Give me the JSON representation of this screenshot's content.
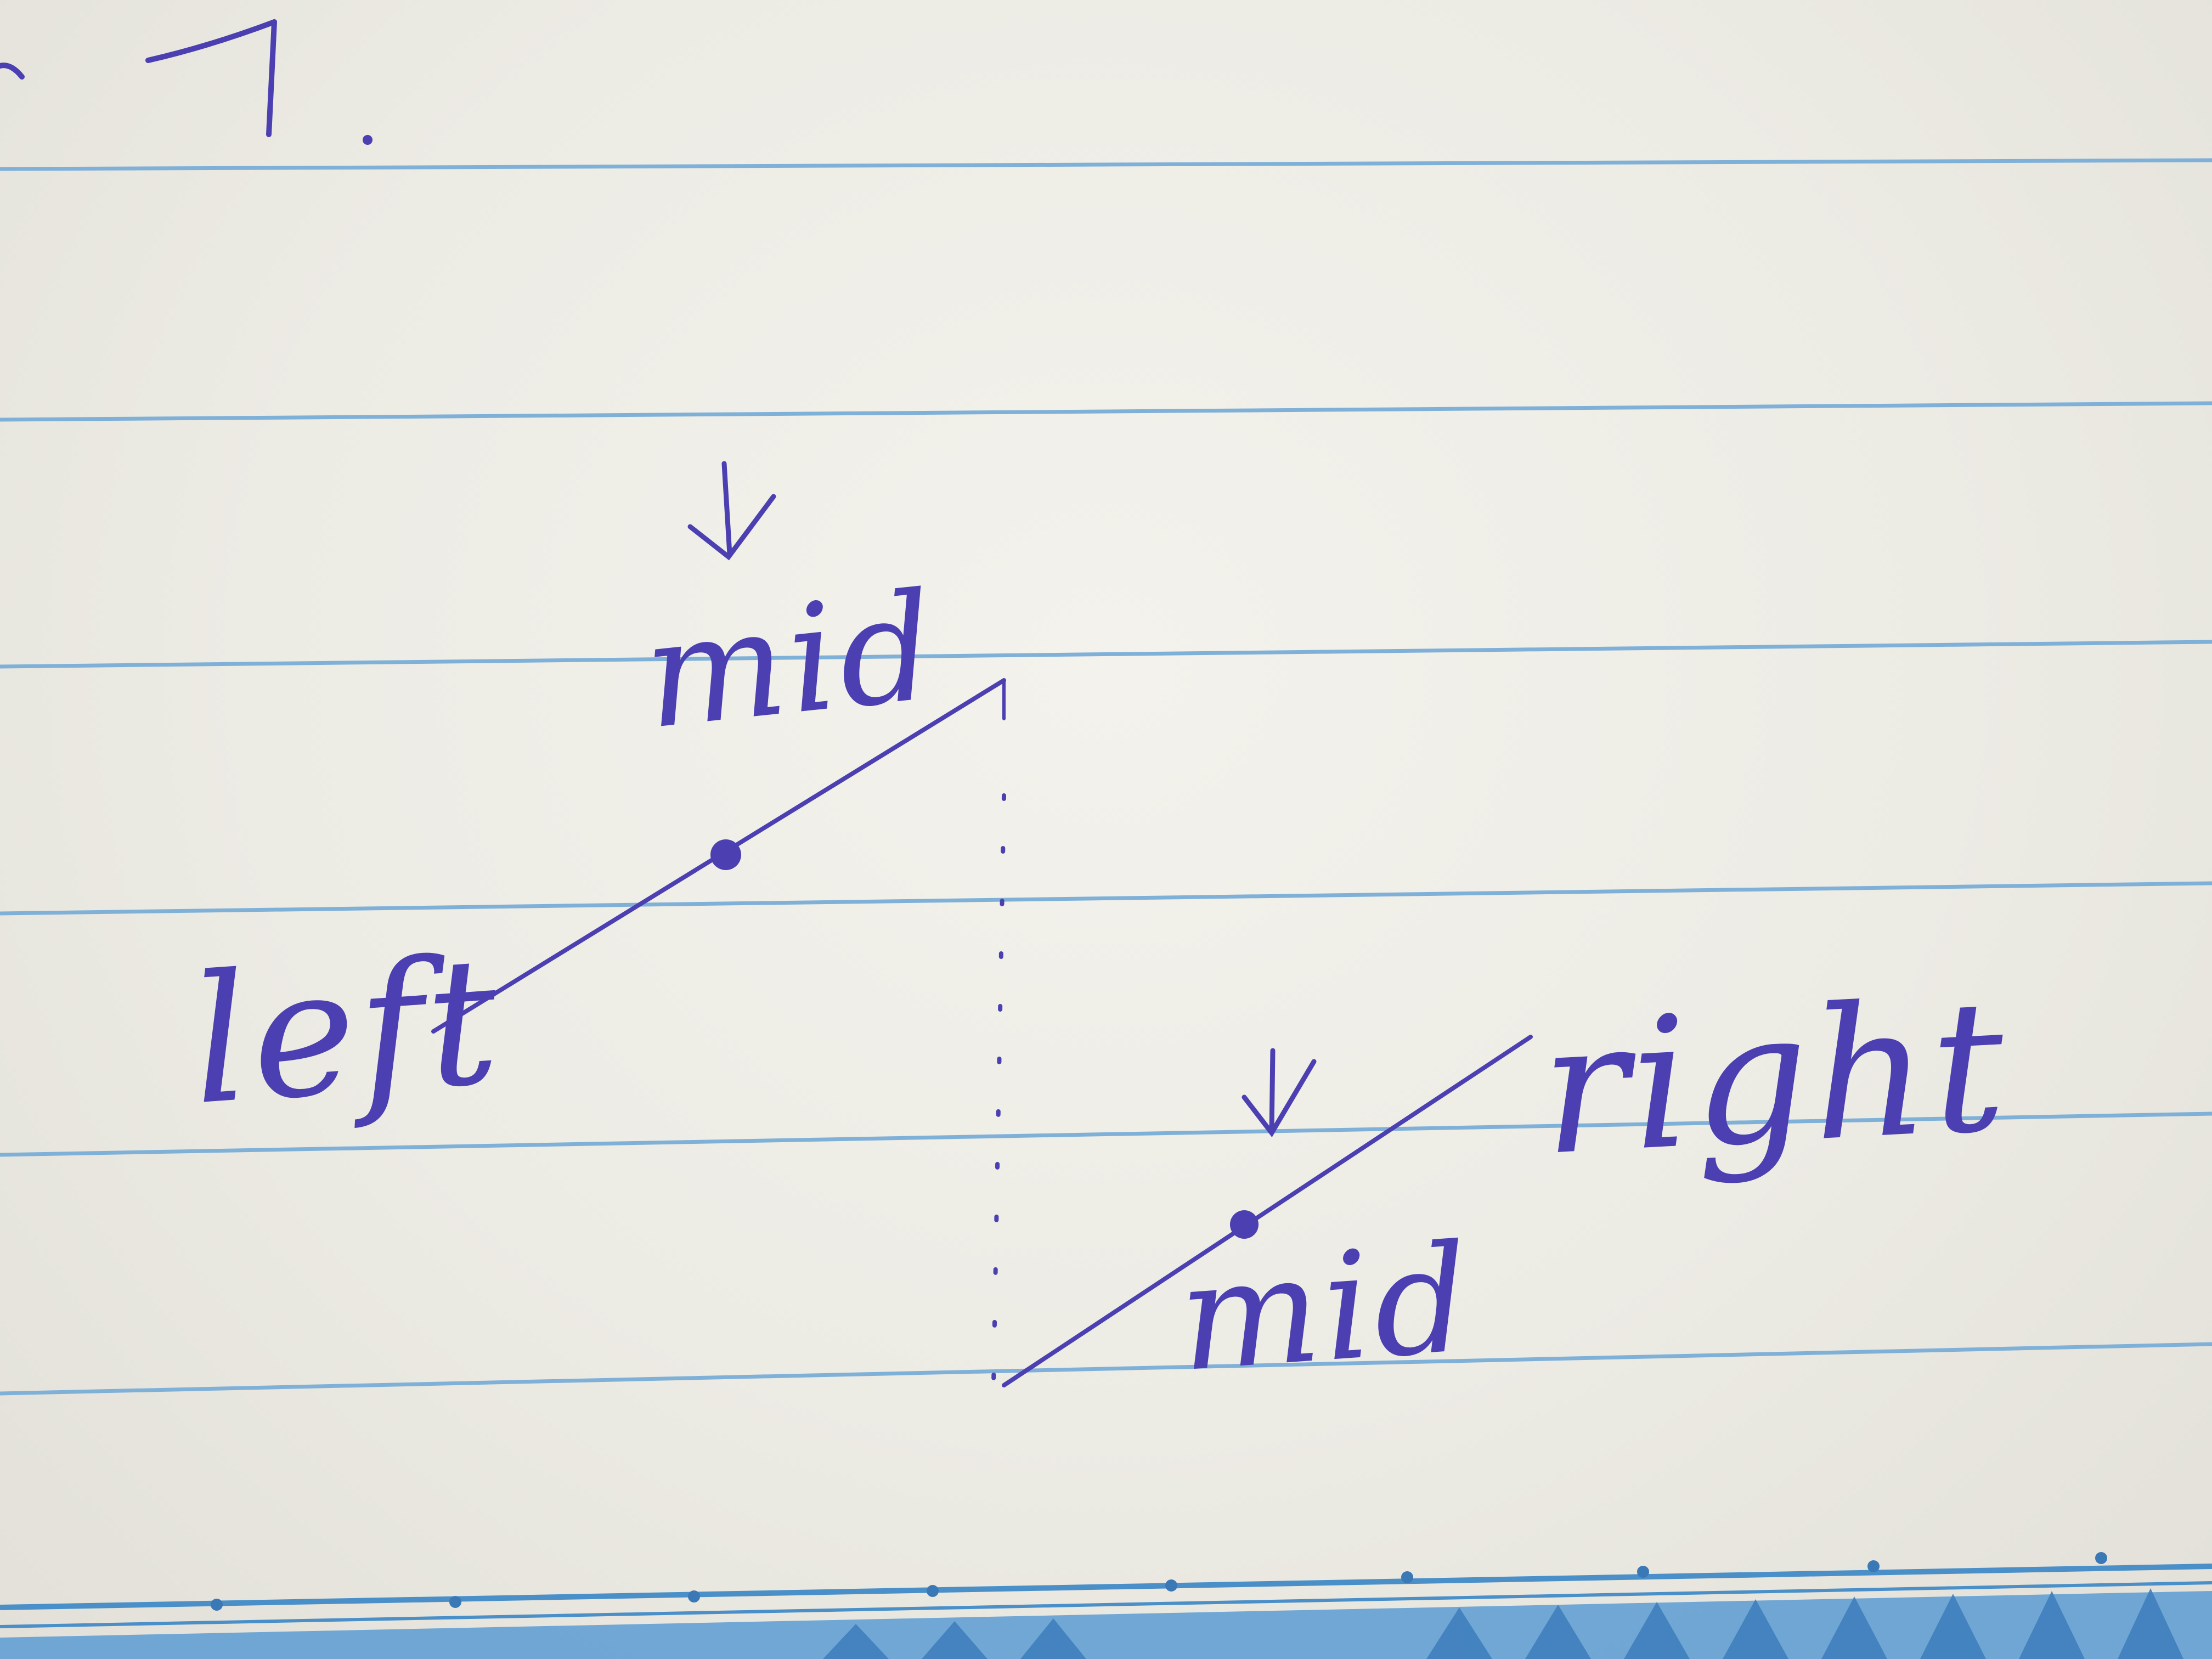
{
  "paper": {
    "background_color": "#efede6",
    "rule_color": "#7fb0d8",
    "ink_color": "#4b3fb2",
    "border_pattern_color": "#4a8fc8"
  },
  "notes": {
    "mid_top": "mid",
    "left": "left",
    "right": "right",
    "mid_bottom": "mid"
  }
}
